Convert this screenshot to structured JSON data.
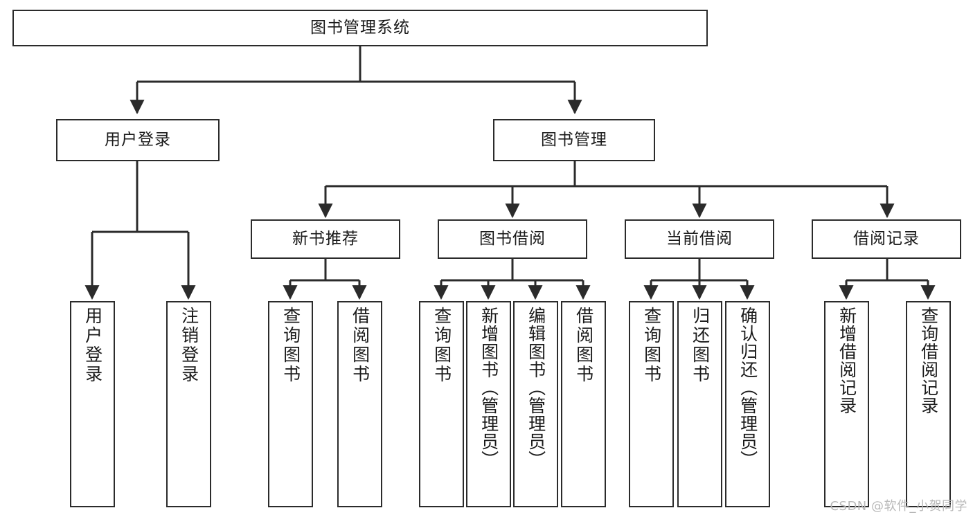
{
  "diagram": {
    "title": "图书管理系统",
    "type": "tree-hierarchy-diagram",
    "colors": {
      "stroke": "#2b2b2b",
      "fill": "#ffffff",
      "text": "#1a1a1a",
      "watermark": "#b8b8b8"
    },
    "nodes": {
      "root": "图书管理系统",
      "level1": [
        "用户登录",
        "图书管理"
      ],
      "level2": [
        "新书推荐",
        "图书借阅",
        "当前借阅",
        "借阅记录"
      ],
      "leaves_user_login": [
        "用户登录",
        "注销登录"
      ],
      "leaves_new_book": [
        "查询图书",
        "借阅图书"
      ],
      "leaves_book_borrow": [
        "查询图书",
        "新增图书（管理员）",
        "编辑图书（管理员）",
        "借阅图书"
      ],
      "leaves_current_borrow": [
        "查询图书",
        "归还图书",
        "确认归还（管理员）"
      ],
      "leaves_borrow_record": [
        "新增借阅记录",
        "查询借阅记录"
      ]
    }
  },
  "watermark": {
    "text": "CSDN @软件_小贺同学"
  }
}
